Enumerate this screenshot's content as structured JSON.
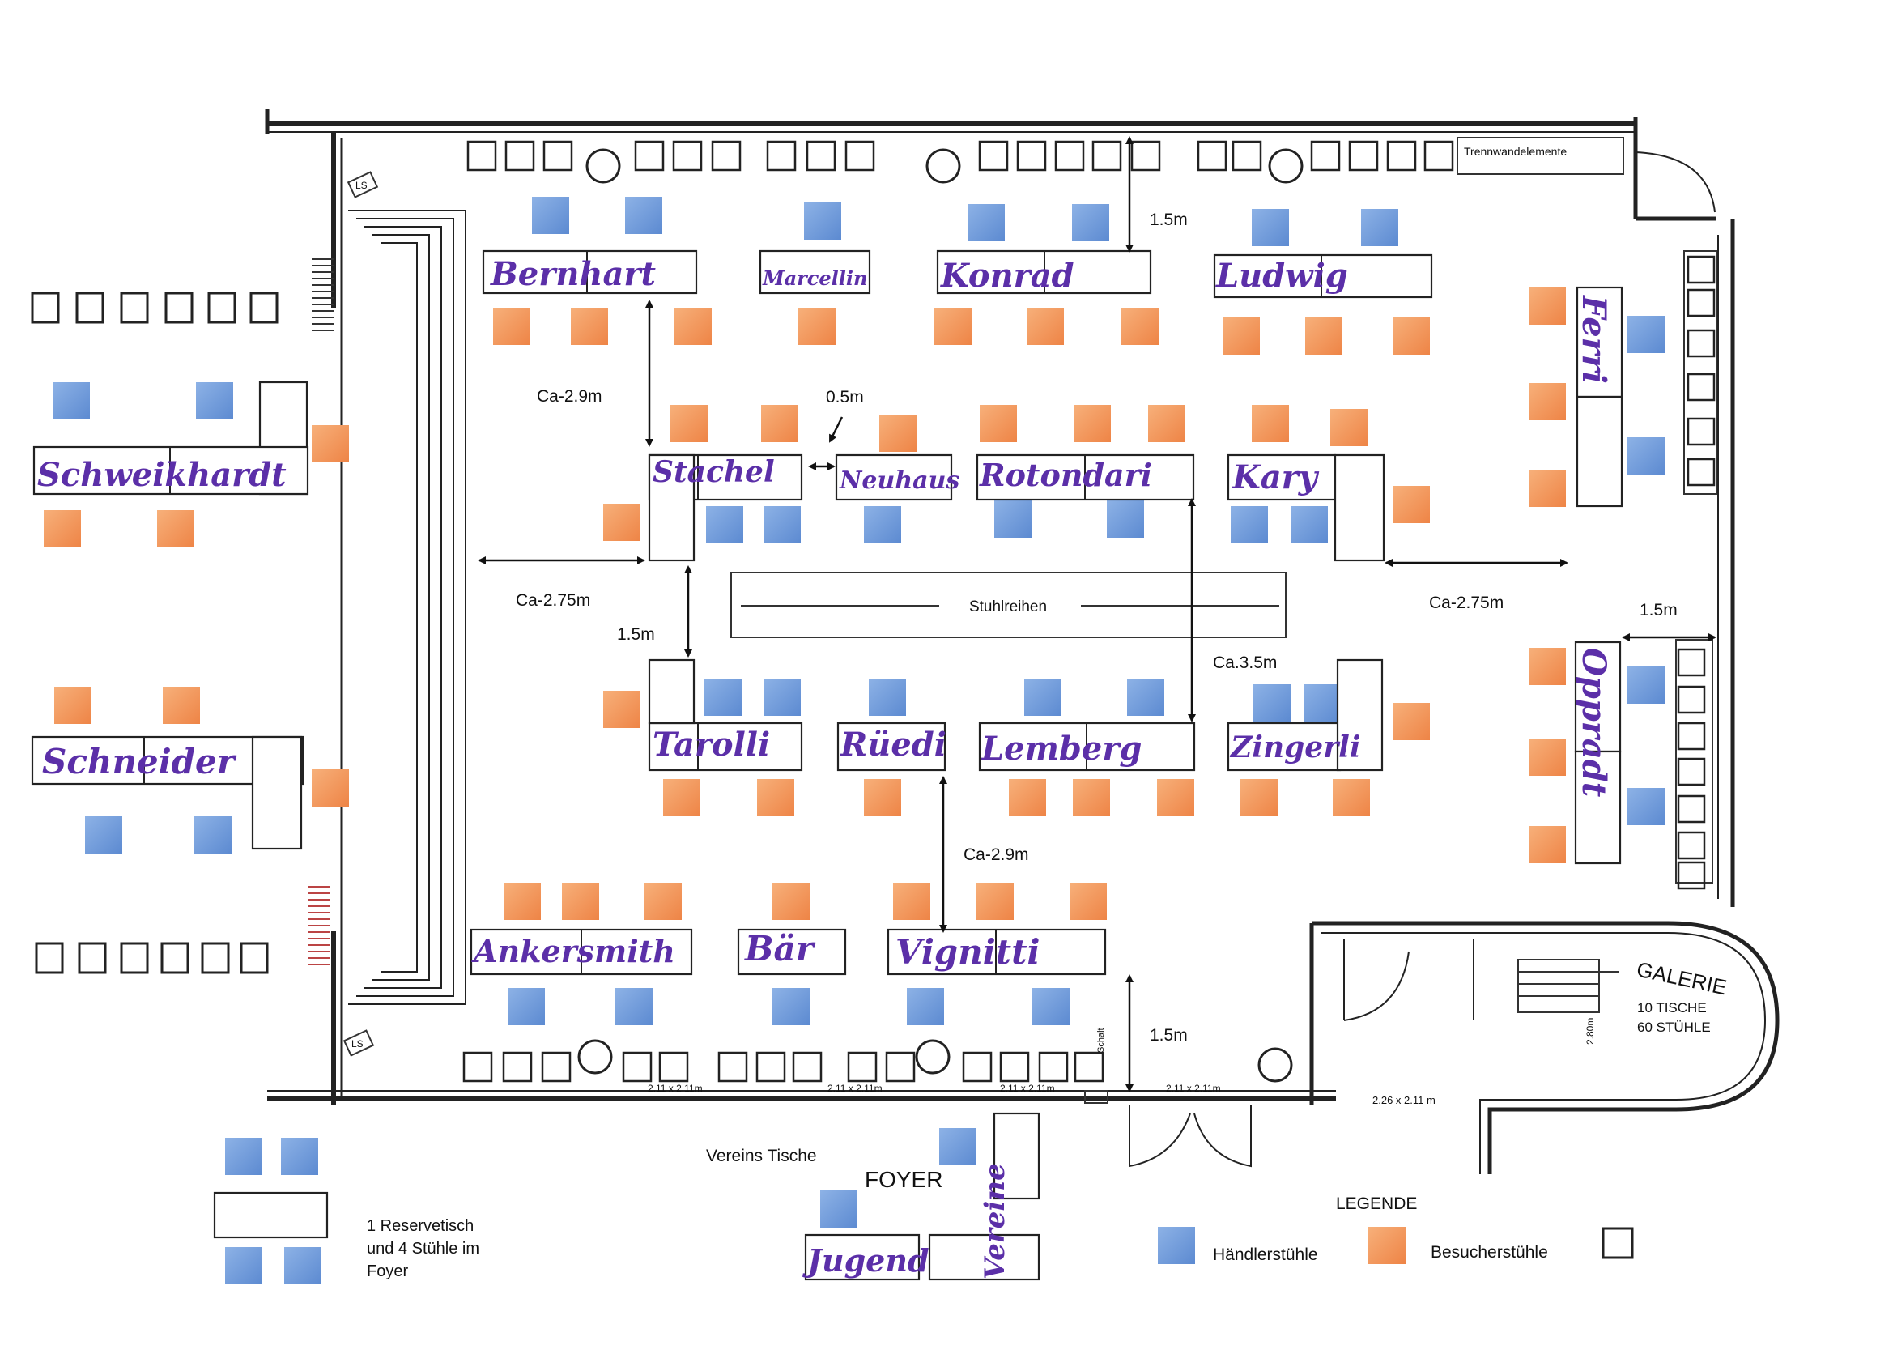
{
  "colors": {
    "dealer_chair": "#6f9bd8",
    "visitor_chair": "#f2955a",
    "exhibitor_name": "#5b2fa8",
    "wall": "#222222"
  },
  "exhibitors": {
    "bernhart": "Bernhart",
    "marcellin": "Marcellin",
    "konrad": "Konrad",
    "ludwig": "Ludwig",
    "ferri": "Ferri",
    "schweikhardt": "Schweikhardt",
    "stachel": "Stachel",
    "neuhaus": "Neuhaus",
    "rotondari": "Rotondari",
    "kary": "Kary",
    "schneider": "Schneider",
    "tarolli": "Tarolli",
    "ruedi": "Rüedi",
    "lemberg": "Lemberg",
    "zingerli": "Zingerli",
    "oppradt": "Oppradt",
    "ankersmith": "Ankersmith",
    "baer": "Bär",
    "vignitti": "Vignitti",
    "jugend": "Jugend",
    "vereine": "Vereine"
  },
  "measurements": {
    "top_gap": "1.5m",
    "ca_2_9_upper": "Ca-2.9m",
    "gap_0_5": "0.5m",
    "ca_2_75_left": "Ca-2.75m",
    "gap_1_5_mid": "1.5m",
    "ca_2_75_right": "Ca-2.75m",
    "gap_1_5_right": "1.5m",
    "ca_3_5": "Ca.3.5m",
    "ca_2_9_lower": "Ca-2.9m",
    "bottom_gap": "1.5m"
  },
  "labels": {
    "stuhlreihen": "Stuhlreihen",
    "trennwand": "Trennwandelemente",
    "vereins_tische": "Vereins Tische",
    "foyer": "FOYER",
    "galerie": "GALERIE",
    "galerie_tables": "10 TISCHE",
    "galerie_chairs": "60 STÜHLE",
    "galerie_dim": "2.80m",
    "door_dim": "2.26 x 2.11 m",
    "win_dims": [
      "2.11 x 2.11m",
      "2.11 x 2.11m",
      "2.11 x 2.11m",
      "2.11 x 2.11m"
    ],
    "ls_top": "LS",
    "ls_bottom": "LS",
    "schalter": "Schalt"
  },
  "reserve_note": [
    "1 Reservetisch",
    "und 4 Stühle im",
    "Foyer"
  ],
  "legend": {
    "title": "LEGENDE",
    "dealer": "Händlerstühle",
    "visitor": "Besucherstühle"
  }
}
